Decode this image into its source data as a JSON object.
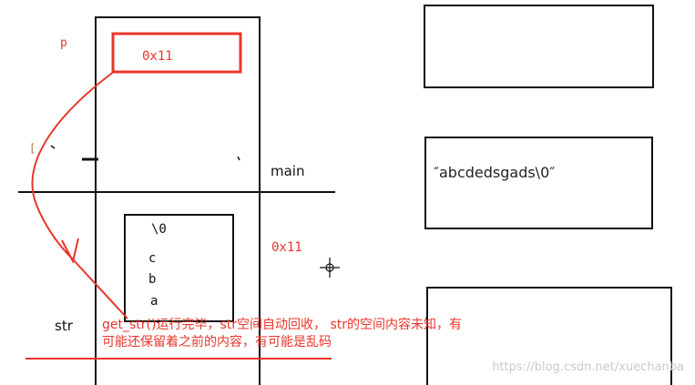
{
  "labels": {
    "p": "p",
    "pointer_value": "0x11",
    "main": "main",
    "str_address": "0x11",
    "str": "str",
    "string_literal": "″abcdedsgads\\0″",
    "stray_mark": "["
  },
  "str_cells": [
    "\\0",
    "c",
    "b",
    "a"
  ],
  "note": {
    "line1": "get_str()运行完毕，str空间自动回收，  str的空间内容未知，有",
    "line2": "可能还保留着之前的内容，有可能是乱码"
  },
  "watermark": "https://blog.csdn.net/xuechanba",
  "colors": {
    "annotation": "#e8352b",
    "box": "#111111"
  }
}
